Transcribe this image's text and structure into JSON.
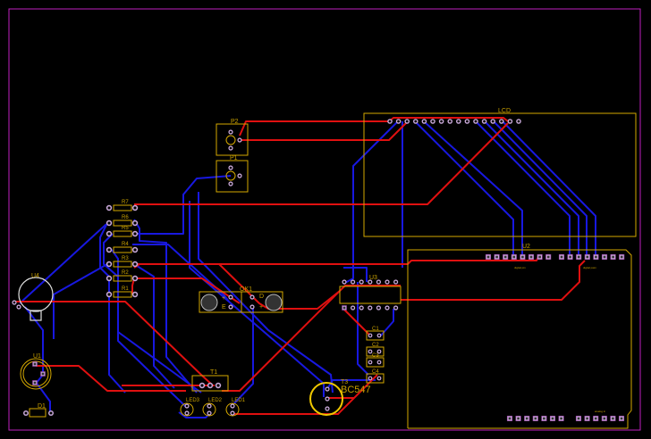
{
  "view": {
    "title": "PCB Layout",
    "colors": {
      "background": "#000000",
      "board_outline": "#c020c0",
      "top_copper": "#e01010",
      "bottom_copper": "#1818e0",
      "silkscreen": "#d4a800",
      "pad_ring": "#c8a8d8",
      "pad_hole": "#000000",
      "overlay_white": "#e0e0e0",
      "transistor_outline": "#f0c800"
    }
  },
  "components": {
    "lcd": {
      "ref": "LCD",
      "pin_count": 16
    },
    "u2": {
      "ref": "U2",
      "top_header_label_left": "digital pin",
      "top_header_label_right": "digital pwm",
      "bottom_header_label": "analog in"
    },
    "u3": {
      "ref": "U3",
      "pin_count": 14
    },
    "u4": {
      "ref": "U4"
    },
    "u1": {
      "ref": "U1"
    },
    "d1": {
      "ref": "D1"
    },
    "p1": {
      "ref": "P1"
    },
    "p2": {
      "ref": "P2"
    },
    "ok1": {
      "ref": "OK1",
      "pin_labels": [
        "+",
        "E",
        "D",
        "+"
      ]
    },
    "t1": {
      "ref": "T1"
    },
    "t3": {
      "ref": "T3",
      "value": "BC547"
    },
    "resistors": [
      "R7",
      "R6",
      "R5",
      "R4",
      "R3",
      "R2",
      "R1"
    ],
    "capacitors": [
      "C1",
      "C2",
      "C3",
      "C4"
    ],
    "leds": [
      "LED3",
      "LED2",
      "LED1"
    ]
  }
}
